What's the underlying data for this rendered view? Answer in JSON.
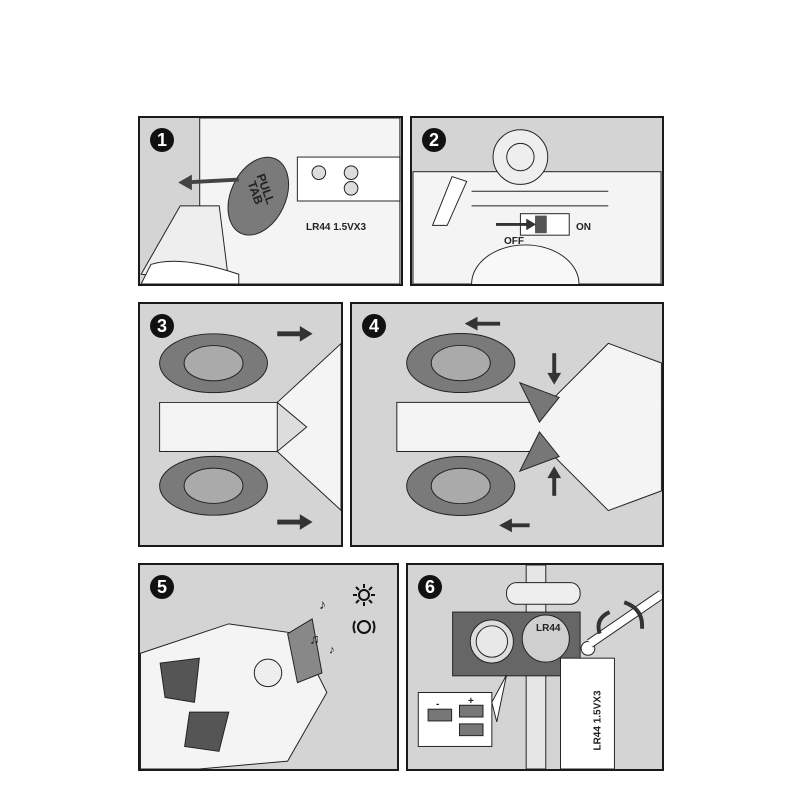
{
  "steps": [
    {
      "number": "1",
      "pull_tab": "PULL TAB",
      "battery_label": "LR44 1.5VX3"
    },
    {
      "number": "2",
      "switch_off": "OFF",
      "switch_on": "ON"
    },
    {
      "number": "3"
    },
    {
      "number": "4"
    },
    {
      "number": "5",
      "icons": [
        "light-icon",
        "sound-icon"
      ]
    },
    {
      "number": "6",
      "coin_label": "LR44",
      "battery_label": "LR44 1.5VX3",
      "polarity_plus": "+",
      "polarity_minus": "-"
    }
  ],
  "colors": {
    "border": "#1a1a1a",
    "panel_bg": "#d4d4d4",
    "part_dark": "#6a6a6a",
    "part_light": "#f2f2f2"
  }
}
